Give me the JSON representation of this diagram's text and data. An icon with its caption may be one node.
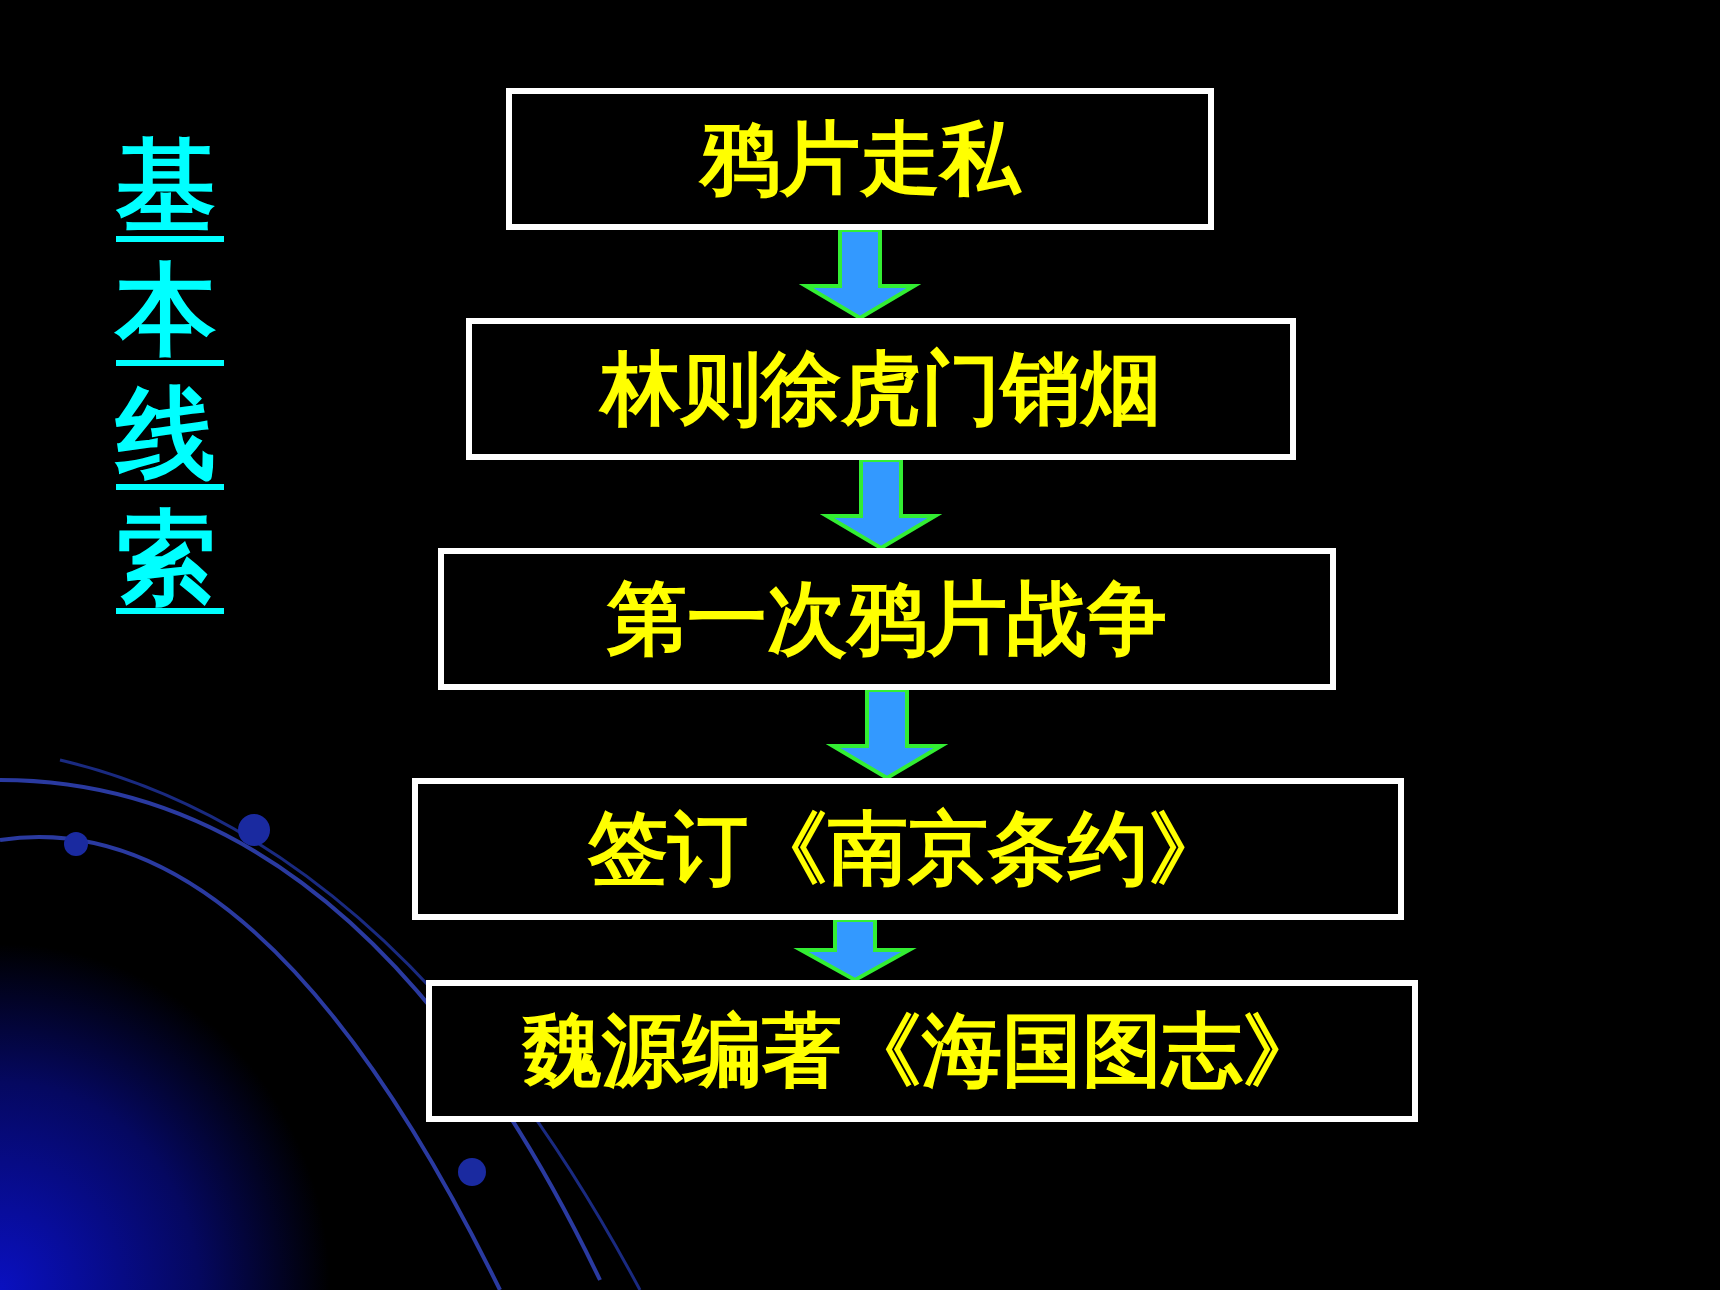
{
  "diagram": {
    "title": "基本线索",
    "nodes": [
      {
        "text": [
          "鸦片走私"
        ]
      },
      {
        "text": [
          "林则徐虎门销烟"
        ]
      },
      {
        "text": [
          "第一次鸦片战争"
        ]
      },
      {
        "text": [
          "签订《南京条约》"
        ]
      },
      {
        "text": [
          "魏源编著《海国图志》"
        ]
      }
    ],
    "edges": [
      {
        "from": 0,
        "to": 1,
        "arrow": "to"
      },
      {
        "from": 1,
        "to": 2,
        "arrow": "to"
      },
      {
        "from": 2,
        "to": 3,
        "arrow": "to"
      },
      {
        "from": 3,
        "to": 4,
        "arrow": "to"
      }
    ]
  }
}
